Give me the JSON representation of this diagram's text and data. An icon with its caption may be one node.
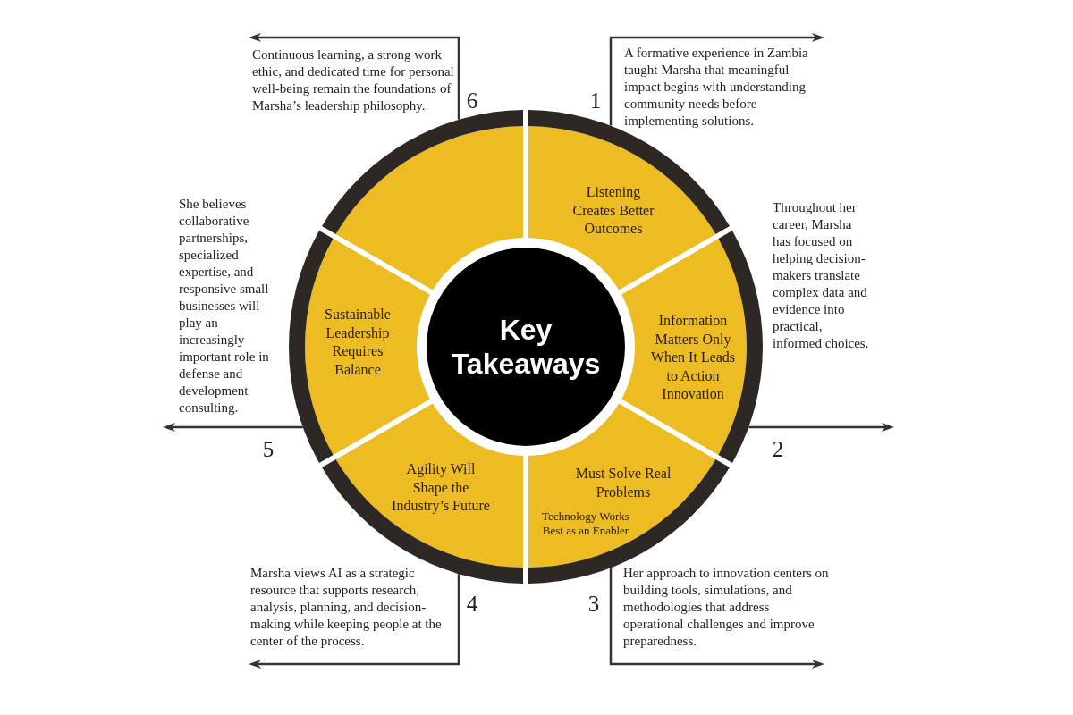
{
  "diagram": {
    "nodes": [
      {
        "text": [
          "Key Takeaways"
        ]
      },
      {
        "text": [
          "Listening Creates Better Outcomes"
        ],
        "beside": [
          "1",
          "A formative experience in Zambia taught Marsha that meaningful impact begins with understanding community needs before implementing solutions."
        ]
      },
      {
        "text": [
          "Information Matters Only When It Leads to Action Innovation"
        ],
        "beside": [
          "2",
          "Throughout her career, Marsha has focused on helping decision-makers translate complex data and evidence into practical, informed choices."
        ]
      },
      {
        "text": [
          "Must Solve Real Problems",
          "Technology Works Best as an Enabler"
        ],
        "beside": [
          "3",
          "Her approach to innovation centers on building tools, simulations, and methodologies that address operational challenges and improve preparedness."
        ]
      },
      {
        "text": [
          "Agility Will Shape the Industry’s Future"
        ],
        "beside": [
          "4",
          "Marsha views AI as a strategic resource that supports research, analysis, planning, and decision-making while keeping people at the center of the process."
        ]
      },
      {
        "text": [
          "Sustainable Leadership Requires Balance"
        ],
        "beside": [
          "5",
          "She believes collaborative partnerships, specialized expertise, and responsive small businesses will play an increasingly important role in defense and development consulting."
        ]
      },
      {
        "text": [],
        "shape": "sector",
        "beside": [
          "6",
          "Continuous learning, a strong work ethic, and dedicated time for personal well-being remain the foundations of Marsha’s leadership philosophy."
        ]
      }
    ],
    "edges": [
      {
        "from": 1,
        "to": null,
        "arrow": "to"
      },
      {
        "from": 2,
        "to": null,
        "arrow": "to"
      },
      {
        "from": 3,
        "to": null,
        "arrow": "to"
      },
      {
        "from": 4,
        "to": null,
        "arrow": "to"
      },
      {
        "from": 5,
        "to": null,
        "arrow": "to"
      },
      {
        "from": 6,
        "to": null,
        "arrow": "to"
      }
    ]
  }
}
